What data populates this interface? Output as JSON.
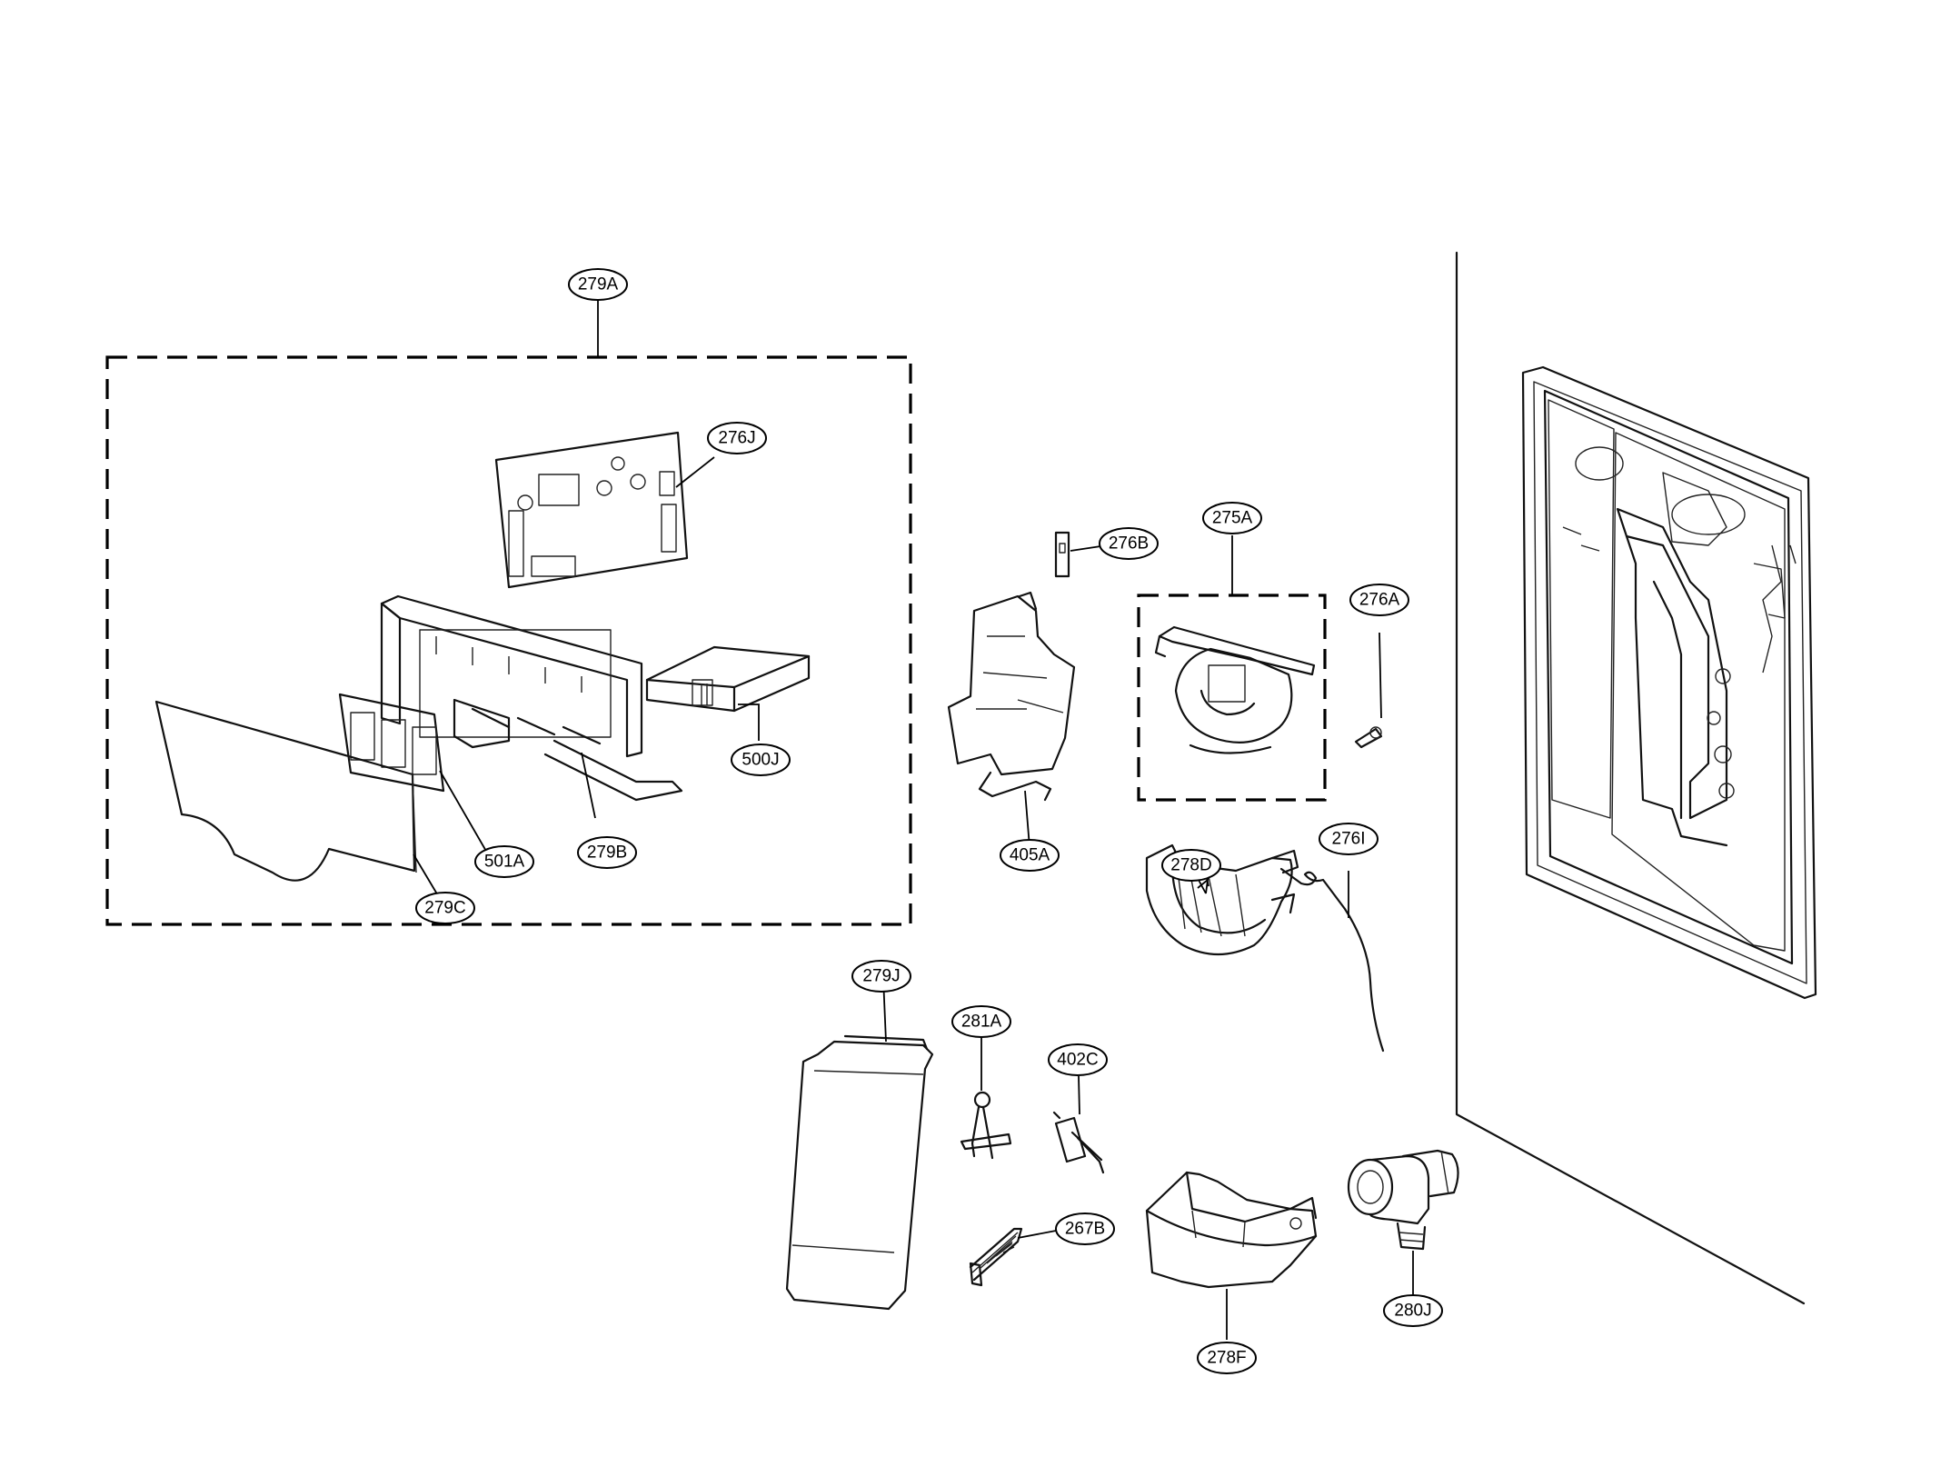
{
  "callouts": {
    "c279A": "279A",
    "c276J": "276J",
    "c500J": "500J",
    "c501A": "501A",
    "c279B": "279B",
    "c279C": "279C",
    "c276B": "276B",
    "c275A": "275A",
    "c276A": "276A",
    "c405A": "405A",
    "c278D": "278D",
    "c276I": "276I",
    "c279J": "279J",
    "c281A": "281A",
    "c402C": "402C",
    "c267B": "267B",
    "c278F": "278F",
    "c280J": "280J"
  }
}
